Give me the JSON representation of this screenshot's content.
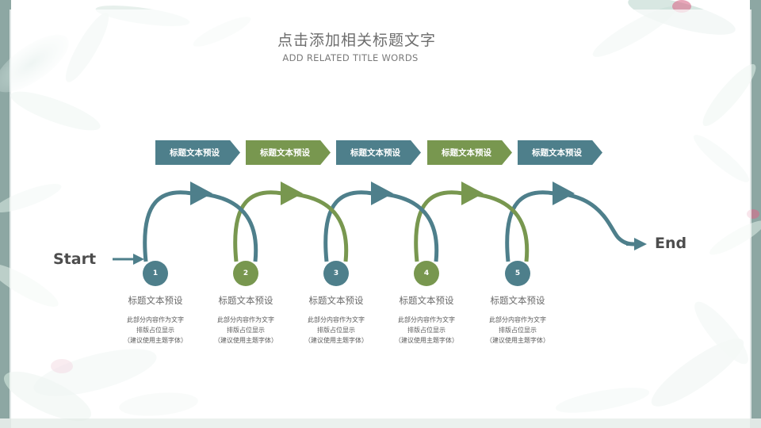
{
  "header": {
    "title": "点击添加相关标题文字",
    "subtitle": "ADD RELATED TITLE WORDS"
  },
  "colors": {
    "teal": "#4e7f8b",
    "green": "#78974f",
    "text": "#6a6a6a"
  },
  "banners": [
    {
      "label": "标题文本预设",
      "color": "teal"
    },
    {
      "label": "标题文本预设",
      "color": "green"
    },
    {
      "label": "标题文本预设",
      "color": "teal"
    },
    {
      "label": "标题文本预设",
      "color": "green"
    },
    {
      "label": "标题文本预设",
      "color": "teal"
    }
  ],
  "flow": {
    "start_label": "Start",
    "end_label": "End"
  },
  "steps": [
    {
      "number": "1",
      "title": "标题文本预设",
      "desc": [
        "此部分内容作为文字",
        "排版占位显示",
        "（建议使用主题字体）"
      ],
      "color": "teal"
    },
    {
      "number": "2",
      "title": "标题文本预设",
      "desc": [
        "此部分内容作为文字",
        "排版占位显示",
        "（建议使用主题字体）"
      ],
      "color": "green"
    },
    {
      "number": "3",
      "title": "标题文本预设",
      "desc": [
        "此部分内容作为文字",
        "排版占位显示",
        "（建议使用主题字体）"
      ],
      "color": "teal"
    },
    {
      "number": "4",
      "title": "标题文本预设",
      "desc": [
        "此部分内容作为文字",
        "排版占位显示",
        "（建议使用主题字体）"
      ],
      "color": "green"
    },
    {
      "number": "5",
      "title": "标题文本预设",
      "desc": [
        "此部分内容作为文字",
        "排版占位显示",
        "（建议使用主题字体）"
      ],
      "color": "teal"
    }
  ]
}
